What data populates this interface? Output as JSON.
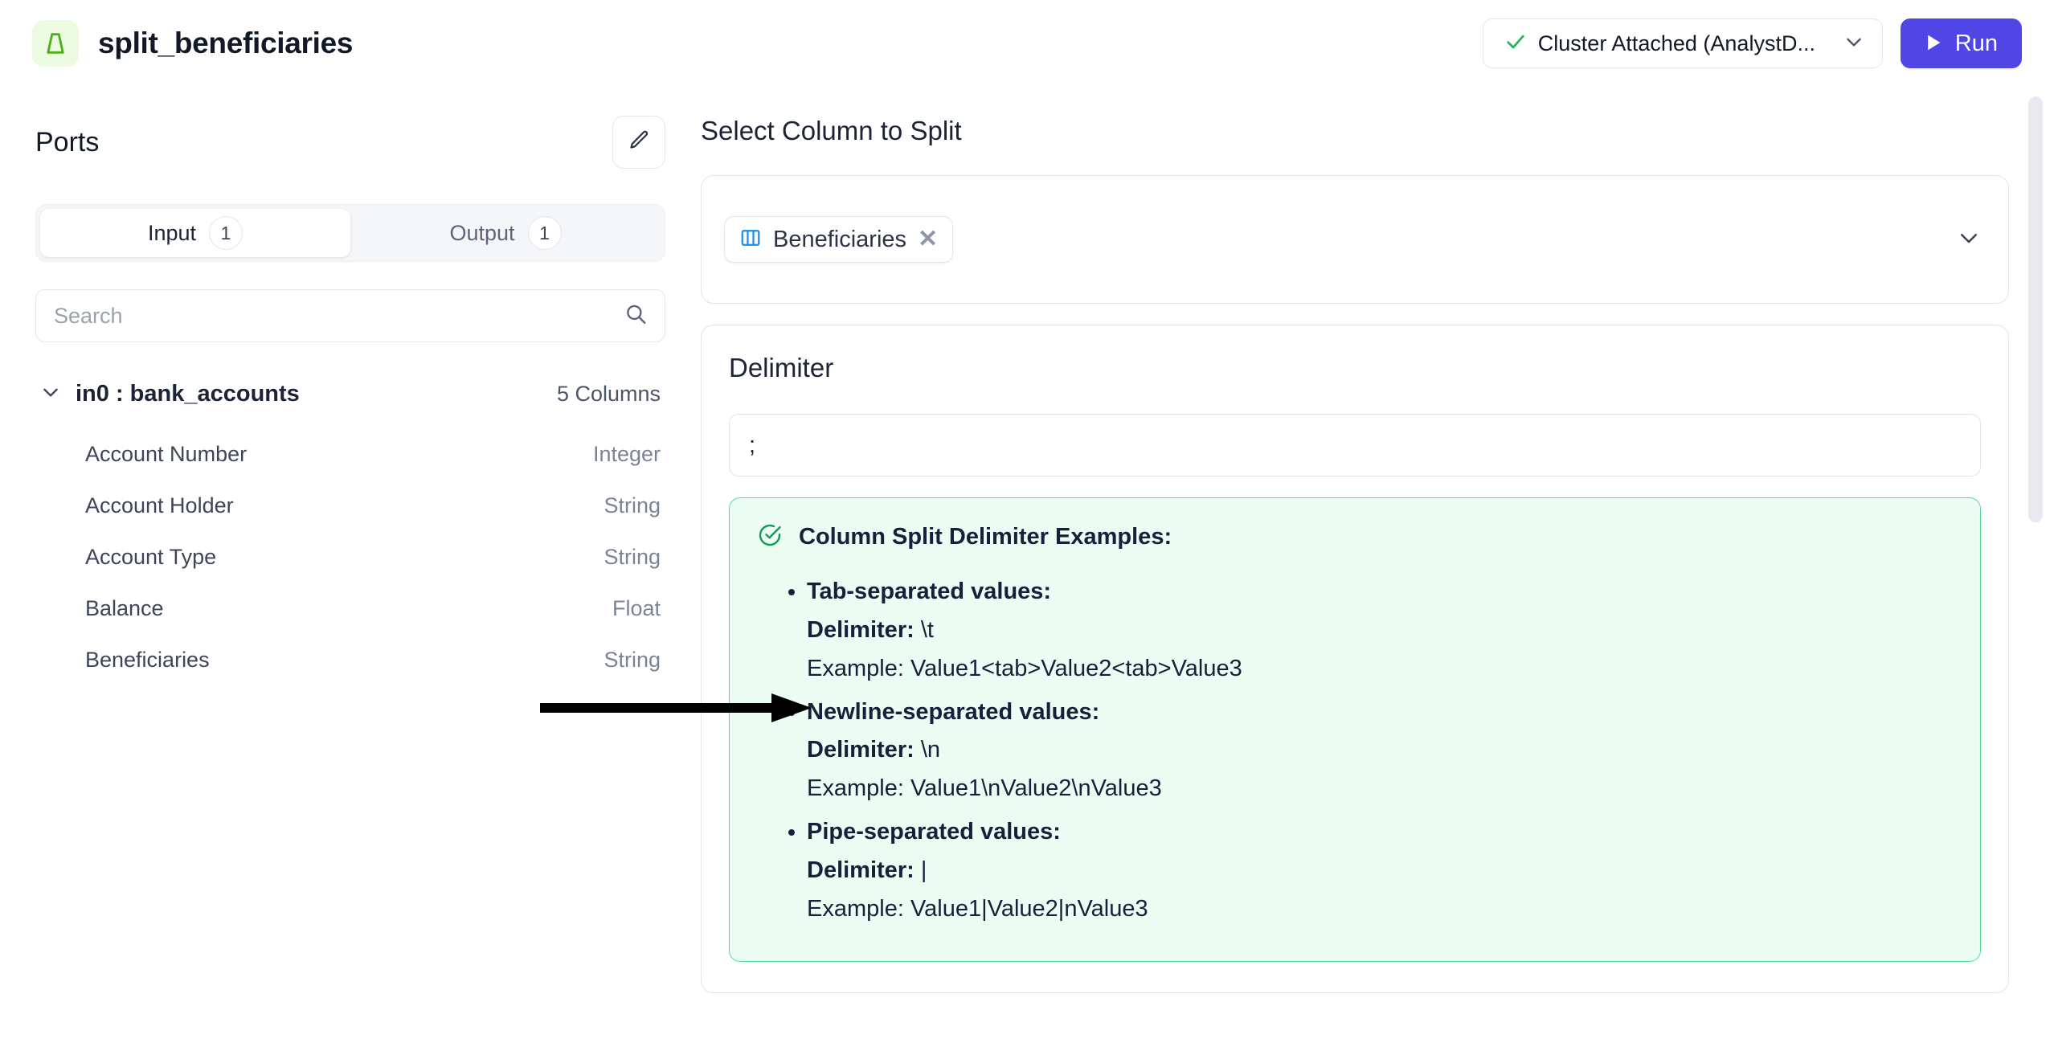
{
  "header": {
    "logo_icon": "trapezoid-node-icon",
    "title": "split_beneficiaries",
    "cluster": {
      "status_icon": "check-icon",
      "label": "Cluster Attached (AnalystD...",
      "chevron_icon": "chevron-down-icon"
    },
    "run": {
      "icon": "play-icon",
      "label": "Run"
    }
  },
  "sidebar": {
    "title": "Ports",
    "edit_icon": "pencil-icon",
    "tabs": [
      {
        "label": "Input",
        "count": "1",
        "active": true
      },
      {
        "label": "Output",
        "count": "1",
        "active": false
      }
    ],
    "search": {
      "placeholder": "Search",
      "value": "",
      "icon": "search-icon"
    },
    "port_group": {
      "chevron_icon": "chevron-down-icon",
      "name": "in0 : bank_accounts",
      "count": "5 Columns",
      "columns": [
        {
          "name": "Account Number",
          "type": "Integer"
        },
        {
          "name": "Account Holder",
          "type": "String"
        },
        {
          "name": "Account Type",
          "type": "String"
        },
        {
          "name": "Balance",
          "type": "Float"
        },
        {
          "name": "Beneficiaries",
          "type": "String"
        }
      ]
    }
  },
  "main": {
    "select_column_title": "Select Column to Split",
    "selected_column": {
      "icon": "columns-icon",
      "label": "Beneficiaries",
      "remove_icon": "close-icon"
    },
    "dropdown_chevron_icon": "chevron-down-icon",
    "delimiter": {
      "label": "Delimiter",
      "value": ";",
      "placeholder": ""
    },
    "examples": {
      "icon": "check-circle-icon",
      "heading": "Column Split Delimiter Examples:",
      "items": [
        {
          "title": "Tab-separated values:",
          "delimiter_label": "Delimiter:",
          "delimiter_value": "\\t",
          "example_label": "Example:",
          "example_value": "Value1<tab>Value2<tab>Value3"
        },
        {
          "title": "Newline-separated values:",
          "delimiter_label": "Delimiter:",
          "delimiter_value": "\\n",
          "example_label": "Example:",
          "example_value": "Value1\\nValue2\\nValue3"
        },
        {
          "title": "Pipe-separated values:",
          "delimiter_label": "Delimiter:",
          "delimiter_value": "|",
          "example_label": "Example:",
          "example_value": "Value1|Value2|nValue3"
        }
      ]
    }
  },
  "colors": {
    "accent": "#4f46e5",
    "success": "#22c55e",
    "examples_bg": "#ecfdf3",
    "examples_border": "#56d999",
    "chip_icon": "#1a8fe3"
  }
}
